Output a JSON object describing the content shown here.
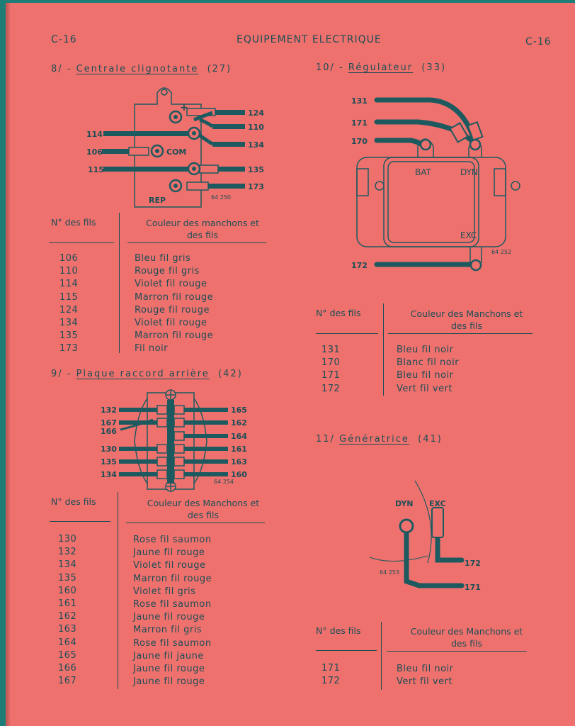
{
  "header": {
    "left": "C-16",
    "title": "EQUIPEMENT ELECTRIQUE",
    "right": "C-16"
  },
  "sections": {
    "s8": {
      "prefix": "8/ - ",
      "title": "Centrale clignotante",
      "ref": "(27)",
      "diagram": {
        "labels": [
          "+",
          "124",
          "110",
          "114",
          "134",
          "106",
          "COM",
          "115",
          "135",
          "REP",
          "173",
          "64 250"
        ]
      },
      "table": {
        "col1": "N° des fils",
        "col2a": "Couleur des manchons et",
        "col2b": "des fils",
        "rows": [
          {
            "n": "106",
            "c": "Bleu fil gris"
          },
          {
            "n": "110",
            "c": "Rouge fil gris"
          },
          {
            "n": "114",
            "c": "Violet fil rouge"
          },
          {
            "n": "115",
            "c": "Marron fil rouge"
          },
          {
            "n": "124",
            "c": "Rouge fil rouge"
          },
          {
            "n": "134",
            "c": "Violet fil rouge"
          },
          {
            "n": "135",
            "c": "Marron fil rouge"
          },
          {
            "n": "173",
            "c": "Fil noir"
          }
        ]
      }
    },
    "s9": {
      "prefix": "9/ - ",
      "title": "Plaque raccord arrière",
      "ref": "(42)",
      "diagram": {
        "labels": [
          "132",
          "167",
          "166",
          "130",
          "135",
          "134",
          "165",
          "162",
          "164",
          "161",
          "163",
          "160",
          "64 254"
        ]
      },
      "table": {
        "col1": "N° des fils",
        "col2a": "Couleur des Manchons et",
        "col2b": "des fils",
        "rows": [
          {
            "n": "130",
            "c": "Rose fil saumon"
          },
          {
            "n": "132",
            "c": "Jaune fil rouge"
          },
          {
            "n": "134",
            "c": "Violet fil rouge"
          },
          {
            "n": "135",
            "c": "Marron fil rouge"
          },
          {
            "n": "160",
            "c": "Violet fil gris"
          },
          {
            "n": "161",
            "c": "Rose fil saumon"
          },
          {
            "n": "162",
            "c": "Jaune fil rouge"
          },
          {
            "n": "163",
            "c": "Marron fil gris"
          },
          {
            "n": "164",
            "c": "Rose fil saumon"
          },
          {
            "n": "165",
            "c": "Jaune fil jaune"
          },
          {
            "n": "166",
            "c": "Jaune fil rouge"
          },
          {
            "n": "167",
            "c": "Jaune fil rouge"
          }
        ]
      }
    },
    "s10": {
      "prefix": "10/ - ",
      "title": "Régulateur",
      "ref": "(33)",
      "diagram": {
        "labels": [
          "131",
          "171",
          "170",
          "BAT",
          "DYN",
          "EXC",
          "172",
          "64 252"
        ]
      },
      "table": {
        "col1": "N° des fils",
        "col2a": "Couleur des Manchons et",
        "col2b": "des fils",
        "rows": [
          {
            "n": "131",
            "c": "Bleu fil noir"
          },
          {
            "n": "170",
            "c": "Blanc fil noir"
          },
          {
            "n": "171",
            "c": "Bleu fil noir"
          },
          {
            "n": "172",
            "c": "Vert fil vert"
          }
        ]
      }
    },
    "s11": {
      "prefix": "11/ ",
      "title": "Génératrice",
      "ref": "(41)",
      "diagram": {
        "labels": [
          "DYN",
          "EXC",
          "172",
          "171",
          "64 253"
        ]
      },
      "table": {
        "col1": "N° des fils",
        "col2a": "Couleur des Manchons et",
        "col2b": "des fils",
        "rows": [
          {
            "n": "171",
            "c": "Bleu fil noir"
          },
          {
            "n": "172",
            "c": "Vert fil vert"
          }
        ]
      }
    }
  },
  "colors": {
    "page": "#ee716e",
    "ink": "#1c4e55",
    "wire": "#1d5a5f",
    "background": "#1e7d76"
  }
}
